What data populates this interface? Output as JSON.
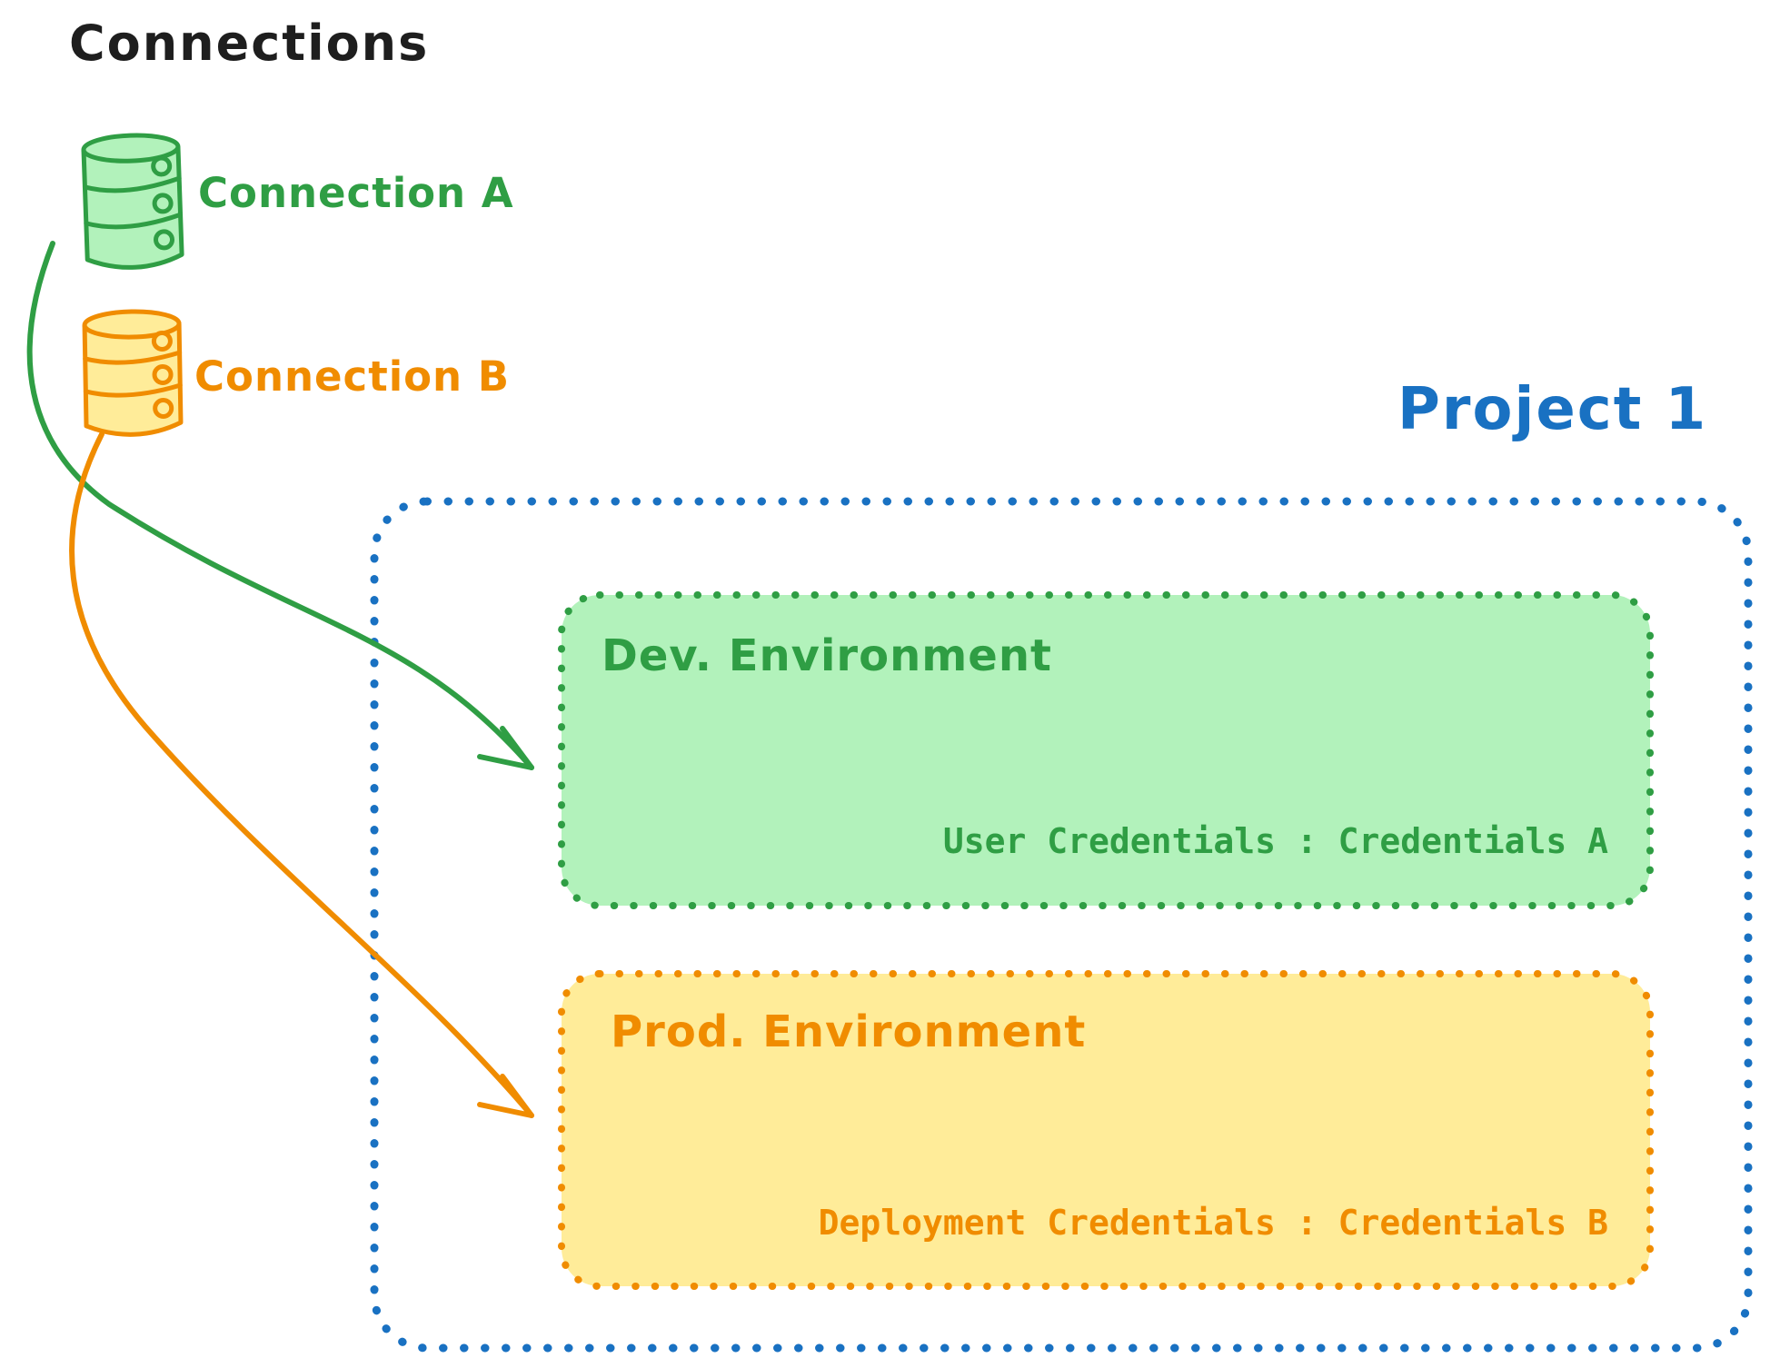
{
  "title": "Connections",
  "connections": [
    {
      "label": "Connection A",
      "color_key": "green"
    },
    {
      "label": "Connection B",
      "color_key": "orange"
    }
  ],
  "project": {
    "label": "Project 1",
    "environments": [
      {
        "name": "Dev. Environment",
        "credentials": "User Credentials : Credentials A"
      },
      {
        "name": "Prod. Environment",
        "credentials": "Deployment Credentials : Credentials B"
      }
    ]
  },
  "colors": {
    "black": "#1e1e1e",
    "green": "#2f9e44",
    "green_fill": "#b2f2bb",
    "orange": "#f08c00",
    "orange_fill": "#ffec99",
    "blue": "#1971c2"
  }
}
